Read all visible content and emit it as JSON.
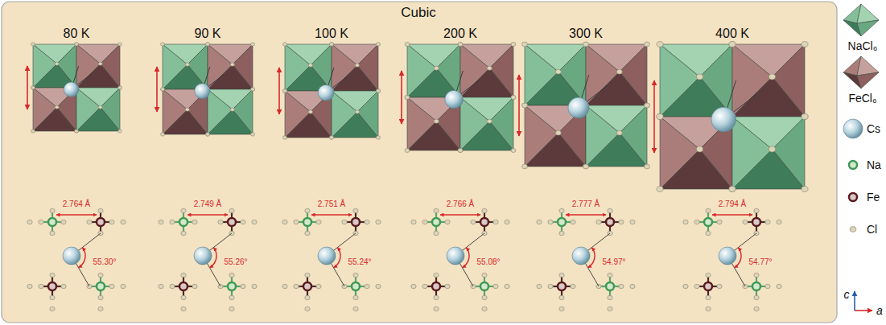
{
  "diagram": {
    "title": "Cubic",
    "labels": [
      "80 K",
      "90 K",
      "100 K",
      "200 K",
      "300 K",
      "400 K",
      "2.764 Å",
      "55.30°",
      "2.749 Å",
      "55.26°",
      "2.751 Å",
      "55.24°",
      "2.766 Å",
      "55.08°",
      "2.777 Å",
      "54.97°",
      "2.794 Å",
      "54.77°",
      "c",
      "a"
    ],
    "legend": [
      {
        "text": "NaCl₆"
      },
      {
        "text": "FeCl₆"
      },
      {
        "text": "Cs"
      },
      {
        "text": "Na"
      },
      {
        "text": "Fe"
      },
      {
        "text": "Cl"
      }
    ]
  }
}
